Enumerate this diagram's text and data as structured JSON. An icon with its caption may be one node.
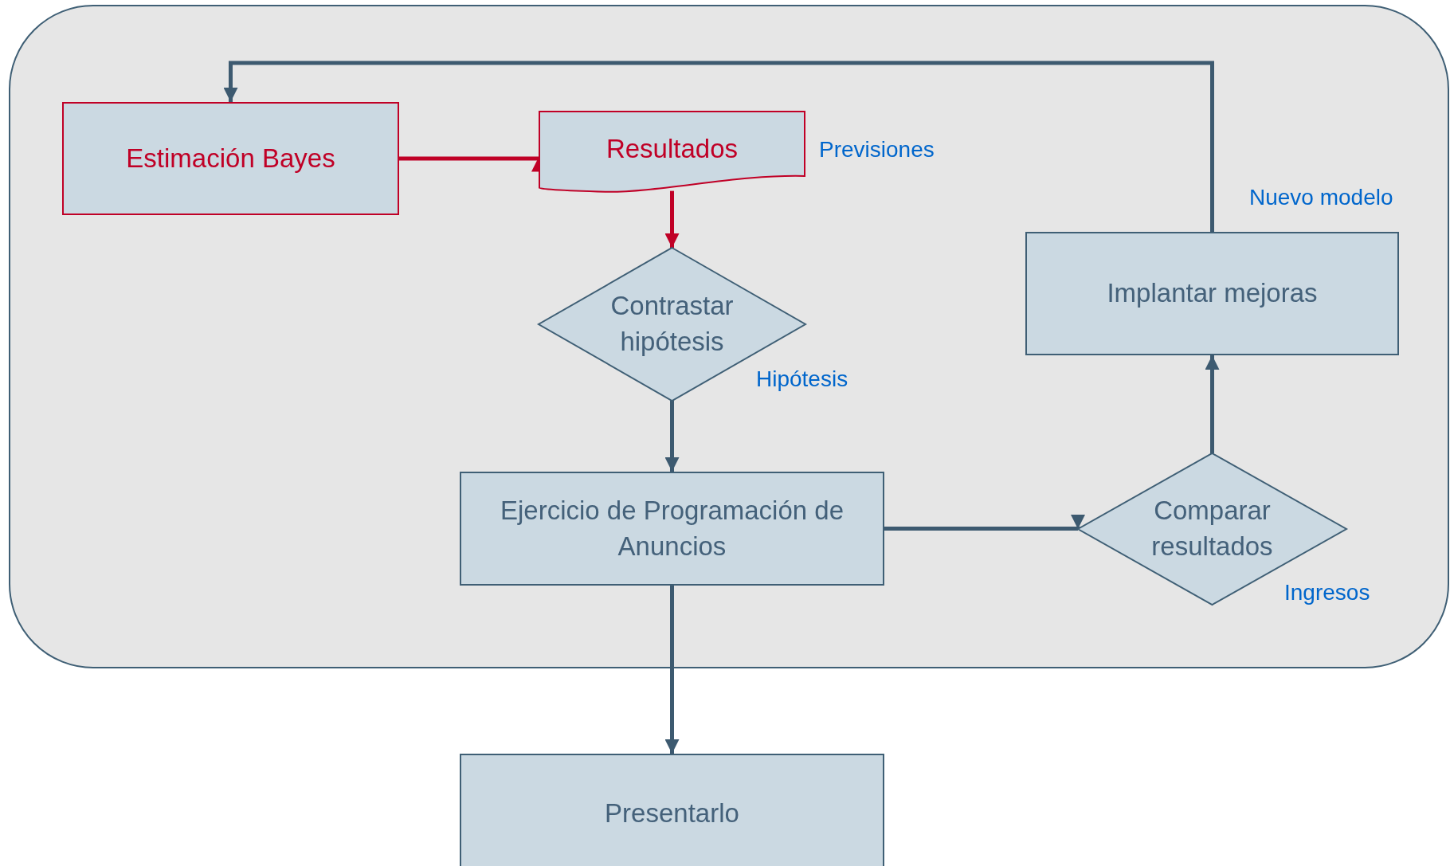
{
  "diagram": {
    "nodes": [
      {
        "text": [
          "Estimación Bayes"
        ]
      },
      {
        "text": [
          "Resultados"
        ],
        "beside": [
          "Previsiones"
        ]
      },
      {
        "text": [
          "Contrastar hipótesis"
        ],
        "beside": [
          "Hipótesis"
        ]
      },
      {
        "text": [
          "Ejercicio de Programación de Anuncios"
        ]
      },
      {
        "text": [
          "Comparar resultados"
        ],
        "beside": [
          "Ingresos"
        ]
      },
      {
        "text": [
          "Implantar mejoras"
        ],
        "beside": [
          "Nuevo modelo"
        ]
      },
      {
        "text": [
          "Presentarlo"
        ]
      }
    ],
    "edges": [
      {
        "from": 0,
        "to": 1,
        "arrow": "to",
        "color": "#c00026"
      },
      {
        "from": 1,
        "to": 2,
        "arrow": "to",
        "color": "#c00026"
      },
      {
        "from": 2,
        "to": 3,
        "arrow": "to"
      },
      {
        "from": 3,
        "to": 4,
        "arrow": "to"
      },
      {
        "from": 4,
        "to": 5,
        "arrow": "to"
      },
      {
        "from": 5,
        "to": 0,
        "arrow": "to"
      },
      {
        "from": 3,
        "to": 6,
        "arrow": "to"
      }
    ]
  }
}
